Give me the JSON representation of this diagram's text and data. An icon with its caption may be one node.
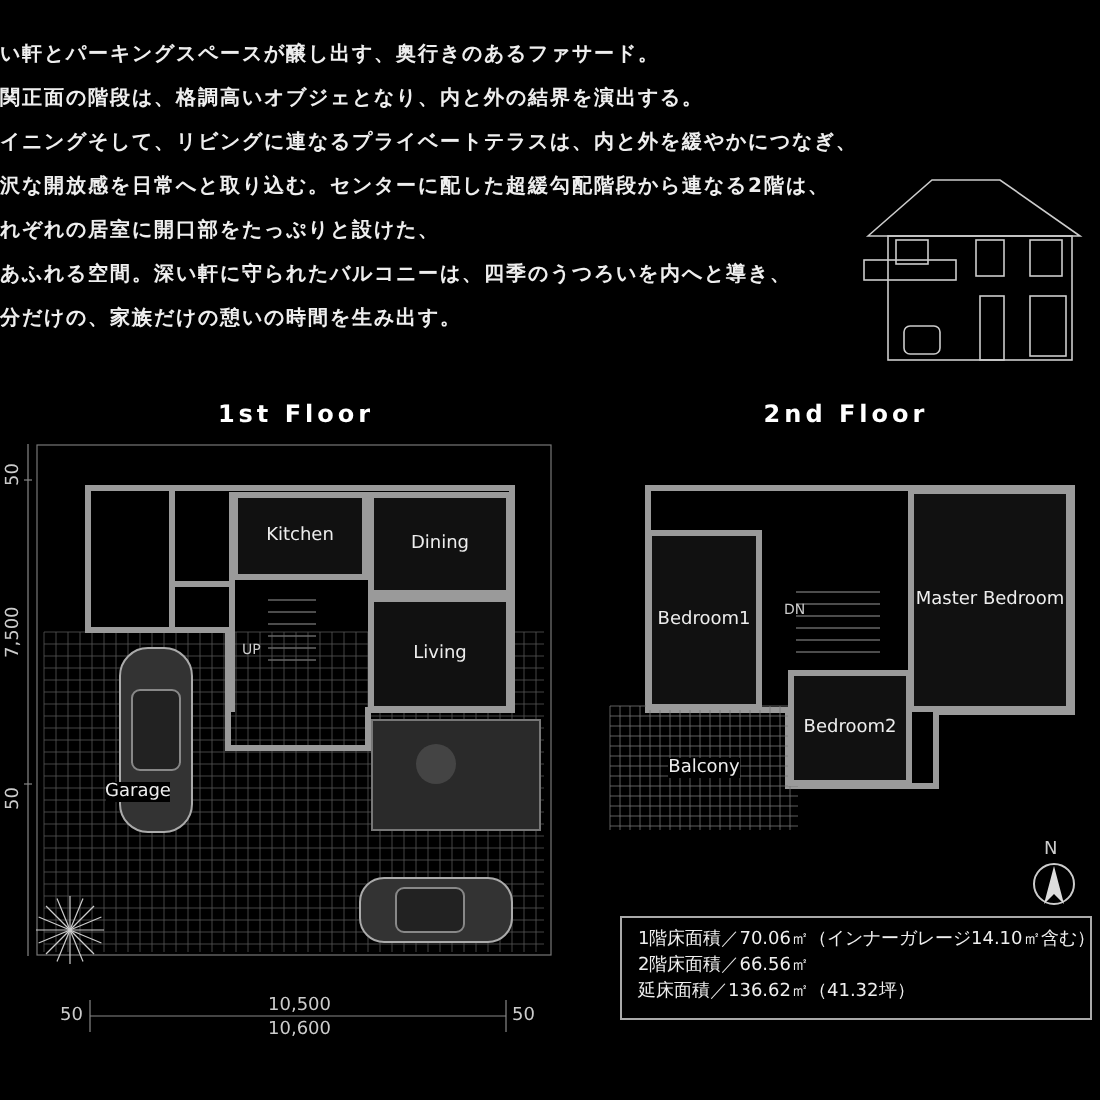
{
  "diagram": {
    "nodes": [
      {
        "text": [
          "1st Floor"
        ]
      },
      {
        "text": [
          "Kitchen"
        ],
        "in": 0
      },
      {
        "text": [
          "Dining"
        ],
        "in": 0
      },
      {
        "text": [
          "Living"
        ],
        "in": 0
      },
      {
        "text": [
          "Garage"
        ],
        "in": 0
      },
      {
        "text": [
          "2nd Floor"
        ]
      },
      {
        "text": [
          "Bedroom1"
        ],
        "in": 5
      },
      {
        "text": [
          "Master Bedroom"
        ],
        "in": 5
      },
      {
        "text": [
          "Bedroom2"
        ],
        "in": 5
      },
      {
        "text": [
          "Balcony"
        ],
        "in": 5
      },
      {
        "text": [
          "1階床面積／70.06㎡（インナーガレージ14.10㎡含む）",
          "2階床面積／66.56㎡",
          "延床面積／136.62㎡（41.32坪）"
        ]
      }
    ],
    "labels": [
      "い軒とパーキングスペースが醸し出す、奥行きのあるファサード。",
      "関正面の階段は、格調高いオブジェとなり、内と外の結界を演出する。",
      "イニングそして、リビングに連なるプライベートテラスは、内と外を緩やかにつなぎ、",
      "沢な開放感を日常へと取り込む。センターに配した超緩勾配階段から連なる2階は、",
      "れぞれの居室に開口部をたっぷりと設けた、",
      "あふれる空間。深い軒に守られたバルコニーは、四季のうつろいを内へと導き、",
      "分だけの、家族だけの憩いの時間を生み出す。",
      "50",
      "7,500",
      "50",
      "UP",
      "50",
      "10,500",
      "10,600",
      "50",
      "DN",
      "N"
    ]
  }
}
